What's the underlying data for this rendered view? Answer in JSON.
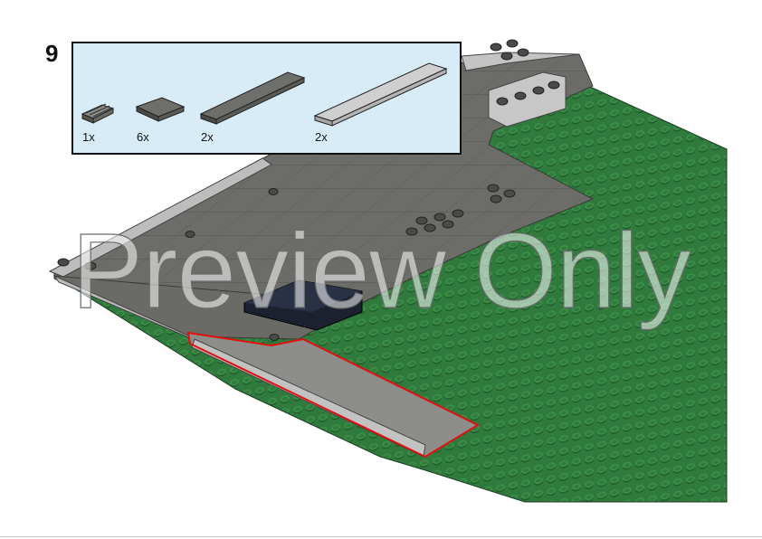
{
  "step": {
    "number": "9"
  },
  "parts": [
    {
      "qty": "1x",
      "icon": "grille-tile-icon",
      "color": "#6b6b66"
    },
    {
      "qty": "6x",
      "icon": "square-tile-icon",
      "color": "#5f5f5b"
    },
    {
      "qty": "2x",
      "icon": "long-tile-dark-icon",
      "color": "#5f5f5b"
    },
    {
      "qty": "2x",
      "icon": "long-tile-light-icon",
      "color": "#bdbdbd"
    }
  ],
  "watermark": {
    "text": "Preview Only"
  },
  "colors": {
    "baseplate_green": "#2f7a3c",
    "stud_green": "#246030",
    "tile_dark_gray": "#6e6e6a",
    "tile_light_gray": "#b9b9b9",
    "brick_black": "#1c2130",
    "highlight_red": "#e01010",
    "callout_bg": "#d8ecf8"
  }
}
